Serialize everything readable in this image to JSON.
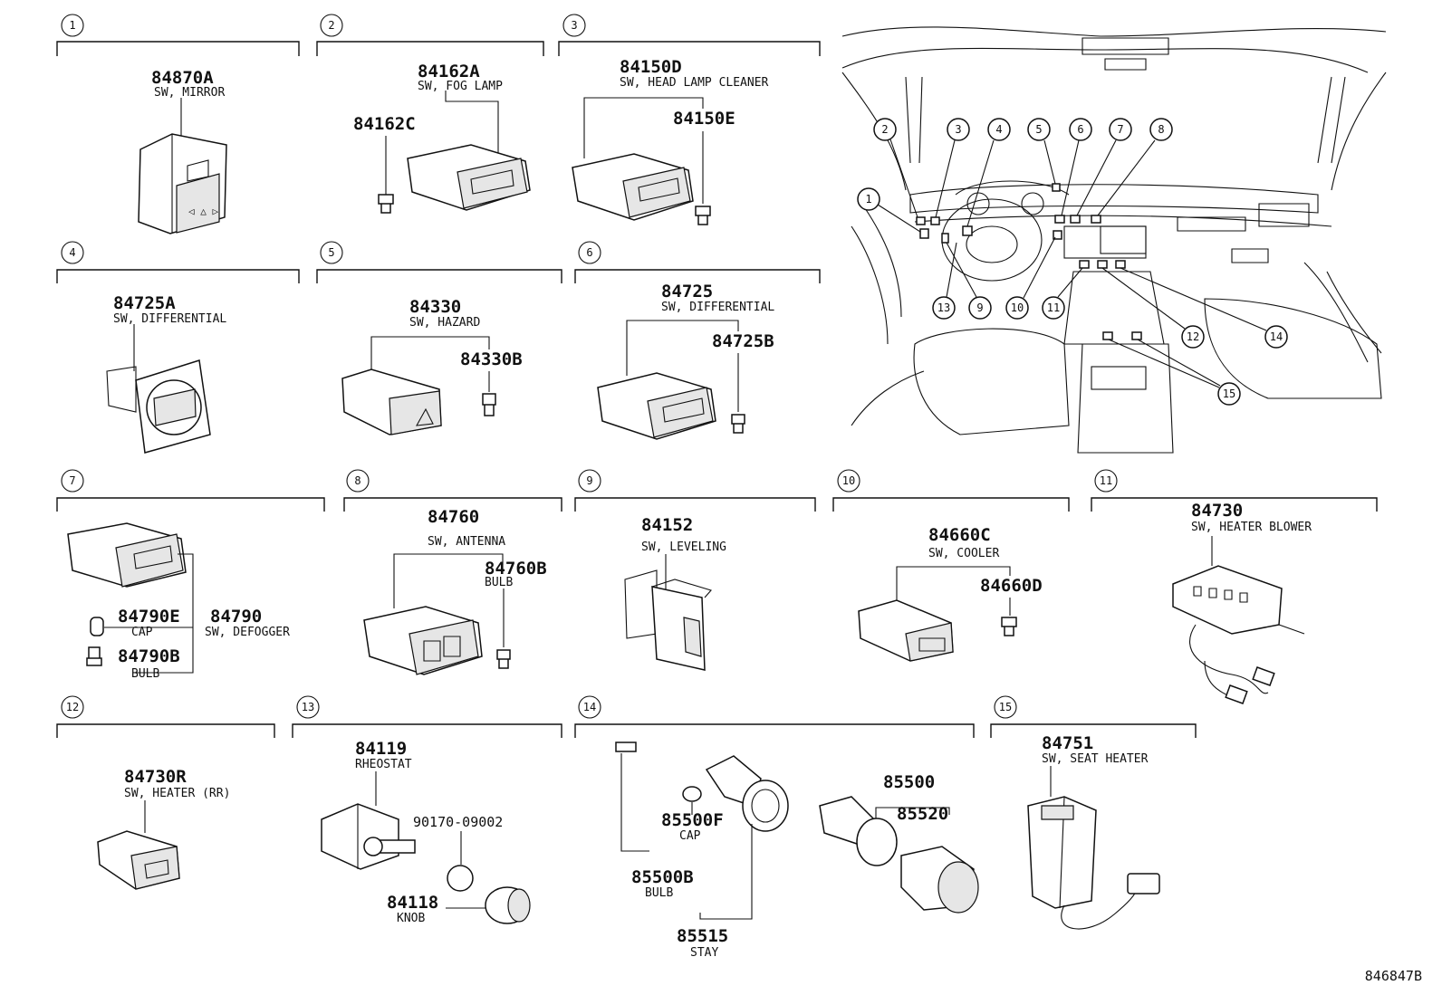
{
  "sections": [
    {
      "num": "1",
      "parts": [
        {
          "code": "84870A",
          "desc": "SW, MIRROR"
        }
      ]
    },
    {
      "num": "2",
      "parts": [
        {
          "code": "84162A",
          "desc": "SW, FOG LAMP"
        },
        {
          "code": "84162C",
          "desc": ""
        }
      ]
    },
    {
      "num": "3",
      "parts": [
        {
          "code": "84150D",
          "desc": "SW, HEAD LAMP CLEANER"
        },
        {
          "code": "84150E",
          "desc": ""
        }
      ]
    },
    {
      "num": "4",
      "parts": [
        {
          "code": "84725A",
          "desc": "SW, DIFFERENTIAL"
        }
      ]
    },
    {
      "num": "5",
      "parts": [
        {
          "code": "84330",
          "desc": "SW, HAZARD"
        },
        {
          "code": "84330B",
          "desc": ""
        }
      ]
    },
    {
      "num": "6",
      "parts": [
        {
          "code": "84725",
          "desc": "SW, DIFFERENTIAL"
        },
        {
          "code": "84725B",
          "desc": ""
        }
      ]
    },
    {
      "num": "7",
      "parts": [
        {
          "code": "84790E",
          "desc": "CAP"
        },
        {
          "code": "84790",
          "desc": "SW, DEFOGGER"
        },
        {
          "code": "84790B",
          "desc": "BULB"
        }
      ]
    },
    {
      "num": "8",
      "parts": [
        {
          "code": "84760",
          "desc": "SW, ANTENNA"
        },
        {
          "code": "84760B",
          "desc": "BULB"
        }
      ]
    },
    {
      "num": "9",
      "parts": [
        {
          "code": "84152",
          "desc": "SW, LEVELING"
        }
      ]
    },
    {
      "num": "10",
      "parts": [
        {
          "code": "84660C",
          "desc": "SW, COOLER"
        },
        {
          "code": "84660D",
          "desc": ""
        }
      ]
    },
    {
      "num": "11",
      "parts": [
        {
          "code": "84730",
          "desc": "SW, HEATER BLOWER"
        }
      ]
    },
    {
      "num": "12",
      "parts": [
        {
          "code": "84730R",
          "desc": "SW, HEATER (RR)"
        }
      ]
    },
    {
      "num": "13",
      "parts": [
        {
          "code": "84119",
          "desc": "RHEOSTAT"
        },
        {
          "code": "90170-09002",
          "desc": ""
        },
        {
          "code": "84118",
          "desc": "KNOB"
        }
      ]
    },
    {
      "num": "14",
      "parts": [
        {
          "code": "85500F",
          "desc": "CAP"
        },
        {
          "code": "85500B",
          "desc": "BULB"
        },
        {
          "code": "85515",
          "desc": "STAY"
        },
        {
          "code": "85500",
          "desc": ""
        },
        {
          "code": "85520",
          "desc": ""
        }
      ]
    },
    {
      "num": "15",
      "parts": [
        {
          "code": "84751",
          "desc": "SW, SEAT HEATER"
        }
      ]
    }
  ],
  "overview_callouts": [
    "1",
    "2",
    "3",
    "4",
    "5",
    "6",
    "7",
    "8",
    "9",
    "10",
    "11",
    "12",
    "13",
    "14",
    "15"
  ],
  "drawing_number": "846847B"
}
